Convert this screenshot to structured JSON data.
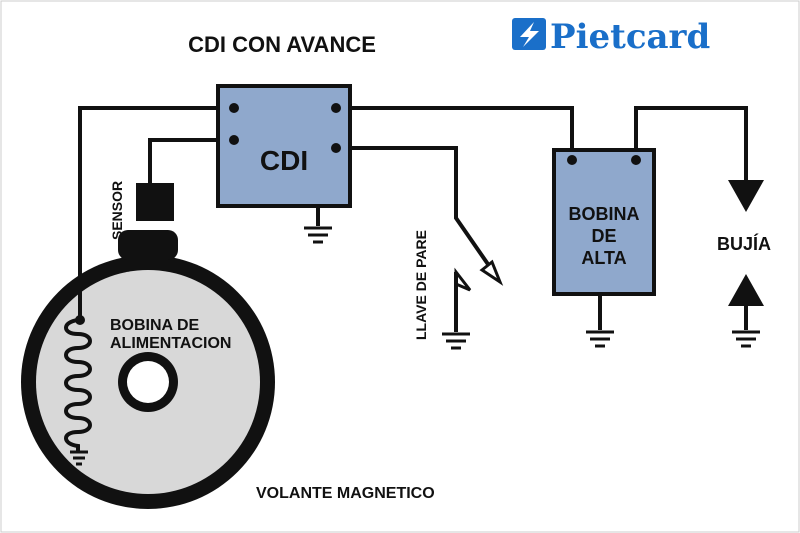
{
  "title": "CDI  CON AVANCE",
  "brand": {
    "name": "Pietcard",
    "color": "#1a6fc9",
    "icon": "bolt-icon"
  },
  "colors": {
    "component_fill": "#8fa8cc",
    "flywheel_fill": "#d8d8d8",
    "outline": "#111111"
  },
  "components": {
    "cdi": "CDI",
    "sensor": "SENSOR",
    "stop_switch": "LLAVE DE PARE",
    "ignition_coil": [
      "BOBINA",
      "DE",
      "ALTA"
    ],
    "spark_plug": "BUJÍA",
    "feed_coil": [
      "BOBINA DE",
      "ALIMENTACION"
    ],
    "flywheel": "VOLANTE MAGNETICO"
  }
}
